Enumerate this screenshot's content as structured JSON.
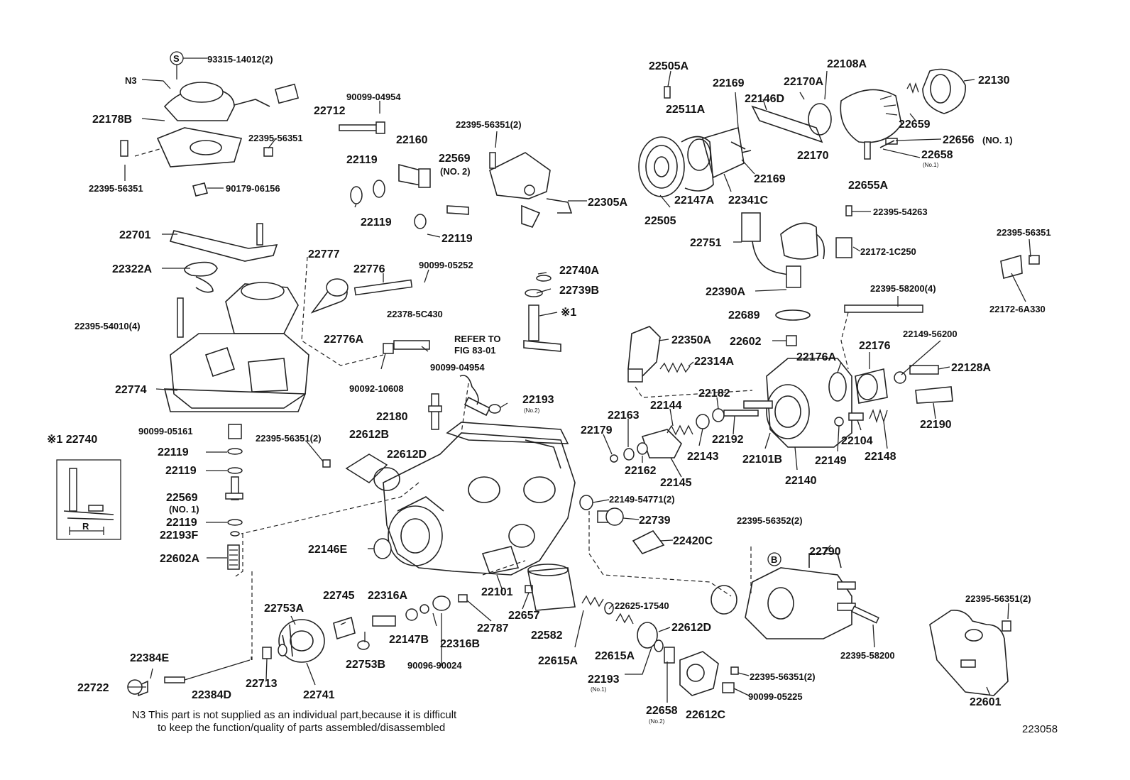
{
  "figure_id": "223058",
  "note": {
    "line1": "N3 This part is not supplied as an individual part,because it is difficult",
    "line2": "to keep the function/quality of parts assembled/disassembled"
  },
  "refer": {
    "line1": "REFER TO",
    "line2": "FIG 83-01"
  },
  "inset": {
    "title": "※1 22740",
    "dim_label": "R"
  },
  "symbols": {
    "s": "S",
    "b": "B",
    "n3": "N3",
    "mark1": "※1"
  },
  "labels": {
    "l93315": "93315-14012(2)",
    "l22178B": "22178B",
    "l22395_56351_a": "22395-56351",
    "l90179": "90179-06156",
    "l22712": "22712",
    "l90099_04954_a": "90099-04954",
    "l22395_56351_b": "22395-56351",
    "l22160": "22160",
    "l22119_a": "22119",
    "l22119_b": "22119",
    "l22119_c": "22119",
    "l22395_56351_2a": "22395-56351(2)",
    "l22569_no2": "22569",
    "l22569_no2_sub": "(NO. 2)",
    "l22305A": "22305A",
    "l22701": "22701",
    "l22322A": "22322A",
    "l22395_54010": "22395-54010(4)",
    "l22774": "22774",
    "l22777": "22777",
    "l22776": "22776",
    "l90099_05252": "90099-05252",
    "l22378": "22378-5C430",
    "l22776A": "22776A",
    "l22740A": "22740A",
    "l22739B": "22739B",
    "l_mark1": "※1",
    "l90092": "90092-10608",
    "l90099_04954_b": "90099-04954",
    "l22193_no2": "22193",
    "l22193_no2_sub": "(No.2)",
    "l22180": "22180",
    "l90099_05161": "90099-05161",
    "l22119_d": "22119",
    "l22119_e": "22119",
    "l22569_no1": "22569",
    "l22569_no1_sub": "(NO. 1)",
    "l22119_f": "22119",
    "l22193F": "22193F",
    "l22602A": "22602A",
    "l22395_56351_2b": "22395-56351(2)",
    "l22612B": "22612B",
    "l22612D_a": "22612D",
    "l22146E": "22146E",
    "l22101": "22101",
    "l22657": "22657",
    "l22582": "22582",
    "l22615A": "22615A",
    "l22625": "22625-17540",
    "l22615A_b": "22615A",
    "l22612D_b": "22612D",
    "l22193_no1": "22193",
    "l22193_no1_sub": "(No.1)",
    "l22658_no2": "22658",
    "l22658_no2_sub": "(No.2)",
    "l22612C": "22612C",
    "l22395_56351_2c": "22395-56351(2)",
    "l90099_05225": "90099-05225",
    "l22753A": "22753A",
    "l22745": "22745",
    "l22316A": "22316A",
    "l22147B": "22147B",
    "l22316B": "22316B",
    "l22787": "22787",
    "l22753B": "22753B",
    "l90096": "90096-90024",
    "l22384E": "22384E",
    "l22722": "22722",
    "l22384D": "22384D",
    "l22713": "22713",
    "l22741": "22741",
    "l22505A": "22505A",
    "l22169_a": "22169",
    "l22170A": "22170A",
    "l22108A": "22108A",
    "l22130": "22130",
    "l22511A": "22511A",
    "l22146D": "22146D",
    "l22659": "22659",
    "l22656": "22656",
    "l22656_sub": "(NO. 1)",
    "l22658_no1": "22658",
    "l22658_no1_sub": "(No.1)",
    "l22170": "22170",
    "l22169_b": "22169",
    "l22655A": "22655A",
    "l22505": "22505",
    "l22147A": "22147A",
    "l22341C": "22341C",
    "l22395_54263": "22395-54263",
    "l22751": "22751",
    "l22172_1C250": "22172-1C250",
    "l22395_56351_c": "22395-56351",
    "l22172_6A330": "22172-6A330",
    "l22390A": "22390A",
    "l22689": "22689",
    "l22395_58200_4": "22395-58200(4)",
    "l22350A": "22350A",
    "l22602": "22602",
    "l22149_56200": "22149-56200",
    "l22176A": "22176A",
    "l22176": "22176",
    "l22128A": "22128A",
    "l22314A": "22314A",
    "l22182": "22182",
    "l22144": "22144",
    "l22163": "22163",
    "l22179": "22179",
    "l22192": "22192",
    "l22143": "22143",
    "l22162": "22162",
    "l22145": "22145",
    "l22101B": "22101B",
    "l22140": "22140",
    "l22149": "22149",
    "l22104": "22104",
    "l22148": "22148",
    "l22190": "22190",
    "l22149_54771": "22149-54771(2)",
    "l22739": "22739",
    "l22420C": "22420C",
    "l22395_56352": "22395-56352(2)",
    "l22790": "22790",
    "l22395_58200": "22395-58200",
    "l22395_56351_2d": "22395-56351(2)",
    "l22601": "22601"
  }
}
